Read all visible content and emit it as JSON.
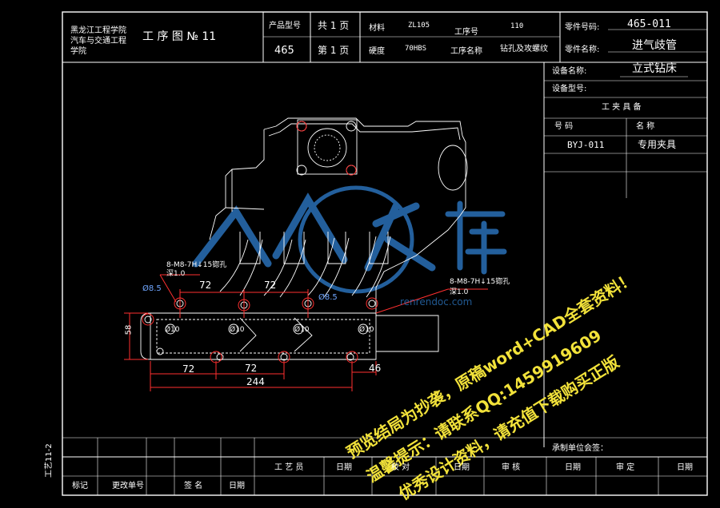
{
  "header": {
    "school": [
      "黑龙江工程学院",
      "汽车与交通工程",
      "学院"
    ],
    "title": "工 序 图 № 11",
    "product_model_label": "产品型号",
    "product_model": "465",
    "total_pages_label": "共 1 页",
    "page_label": "第 1 页",
    "material_label": "材料",
    "material": "ZL105",
    "hardness_label": "硬度",
    "hardness": "70HBS",
    "process_no_label": "工序号",
    "process_no": "110",
    "process_name_label": "工序名称",
    "process_name": "钻孔及攻螺纹",
    "part_no_label": "零件号码:",
    "part_no": "465-011",
    "part_name_label": "零件名称:",
    "part_name": "进气歧管"
  },
  "equipment": {
    "name_label": "设备名称:",
    "name": "立式钻床",
    "model_label": "设备型号:",
    "fixture_title": "工 夹 具 备",
    "col_no": "号      码",
    "col_name": "名      称",
    "fixture_no": "BYJ-011",
    "fixture_name": "专用夹具"
  },
  "drawing": {
    "note1_a": "8-M8-7H↓15锪孔",
    "note1_b": "深1.0",
    "note2_a": "8-M8-7H↓15锪孔",
    "note2_b": "深1.0",
    "dia_left": "Ø8.5",
    "dia_right": "Ø8.5",
    "dim_72_top_left": "72",
    "dim_72_top_mid": "72",
    "dim_58": "58",
    "dim_72_bottom_left": "72",
    "dim_72_bottom_mid": "72",
    "dim_46": "46",
    "dim_244": "244",
    "hole_label_1": "Ø10",
    "hole_label_2": "Ø10",
    "hole_label_3": "Ø10",
    "hole_label_4": "Ø10"
  },
  "watermark": {
    "logo_text": "人人文库",
    "domain": "renrendoc.com",
    "line1": "预览结局为抄袭，原稿word+CAD全套资料！",
    "line2": "温馨提示：请联系QQ:1459919609",
    "line3": "优秀设计资料，请充值下载购买正版"
  },
  "footer": {
    "side_code": "工艺11-2",
    "approval_label": "承制单位会签：",
    "craftsman_label": "工 艺 员",
    "date1": "日期",
    "proofread_label": "校 对",
    "date2": "日期",
    "review_label": "审    核",
    "date3": "日期",
    "approve_label": "审    定",
    "date4": "日期",
    "mark_label": "标记",
    "change_no_label": "更改单号",
    "sign_label": "签  名",
    "date5": "日期"
  }
}
